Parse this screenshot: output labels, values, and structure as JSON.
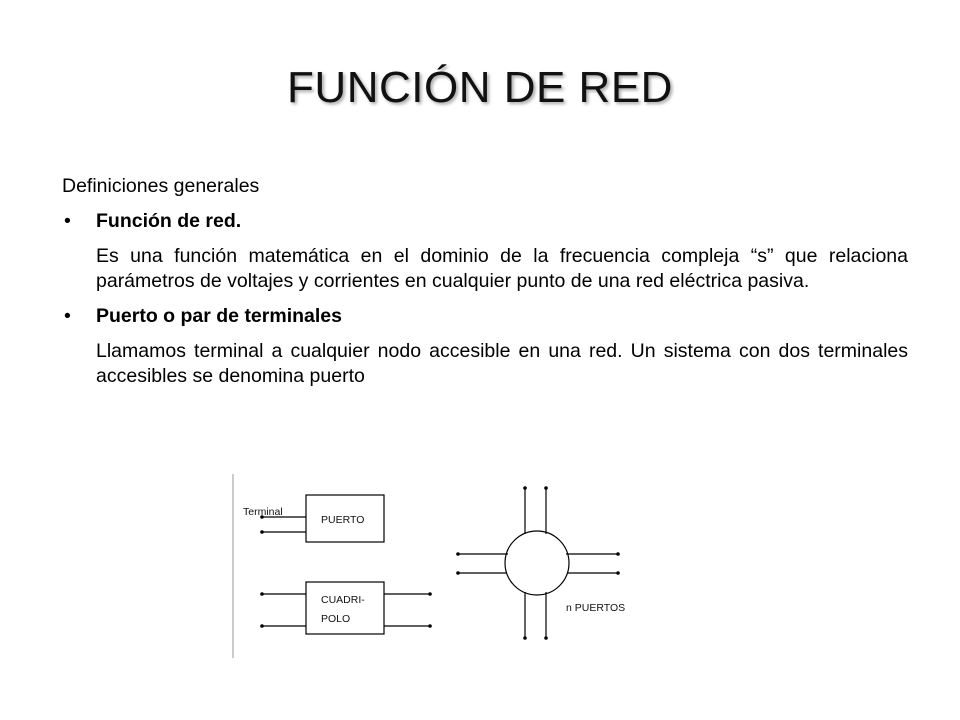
{
  "slide": {
    "title": "FUNCIÓN DE RED",
    "section_heading": "Definiciones generales",
    "bullets": [
      {
        "marker": "•",
        "heading": "Función de red.",
        "paragraph": "Es una función matemática en el dominio de la frecuencia compleja “s” que relaciona parámetros de voltajes y corrientes en cualquier punto de una red eléctrica pasiva."
      },
      {
        "marker": "•",
        "heading": "Puerto o par de terminales",
        "paragraph": "Llamamos terminal a cualquier nodo accesible en una red. Un sistema con dos terminales accesibles se denomina puerto"
      }
    ]
  },
  "diagram": {
    "terminal_label": "Terminal",
    "puerto_label": "PUERTO",
    "cuadripolo_line1": "CUADRI-",
    "cuadripolo_line2": "POLO",
    "n_puertos_label": "n PUERTOS"
  }
}
